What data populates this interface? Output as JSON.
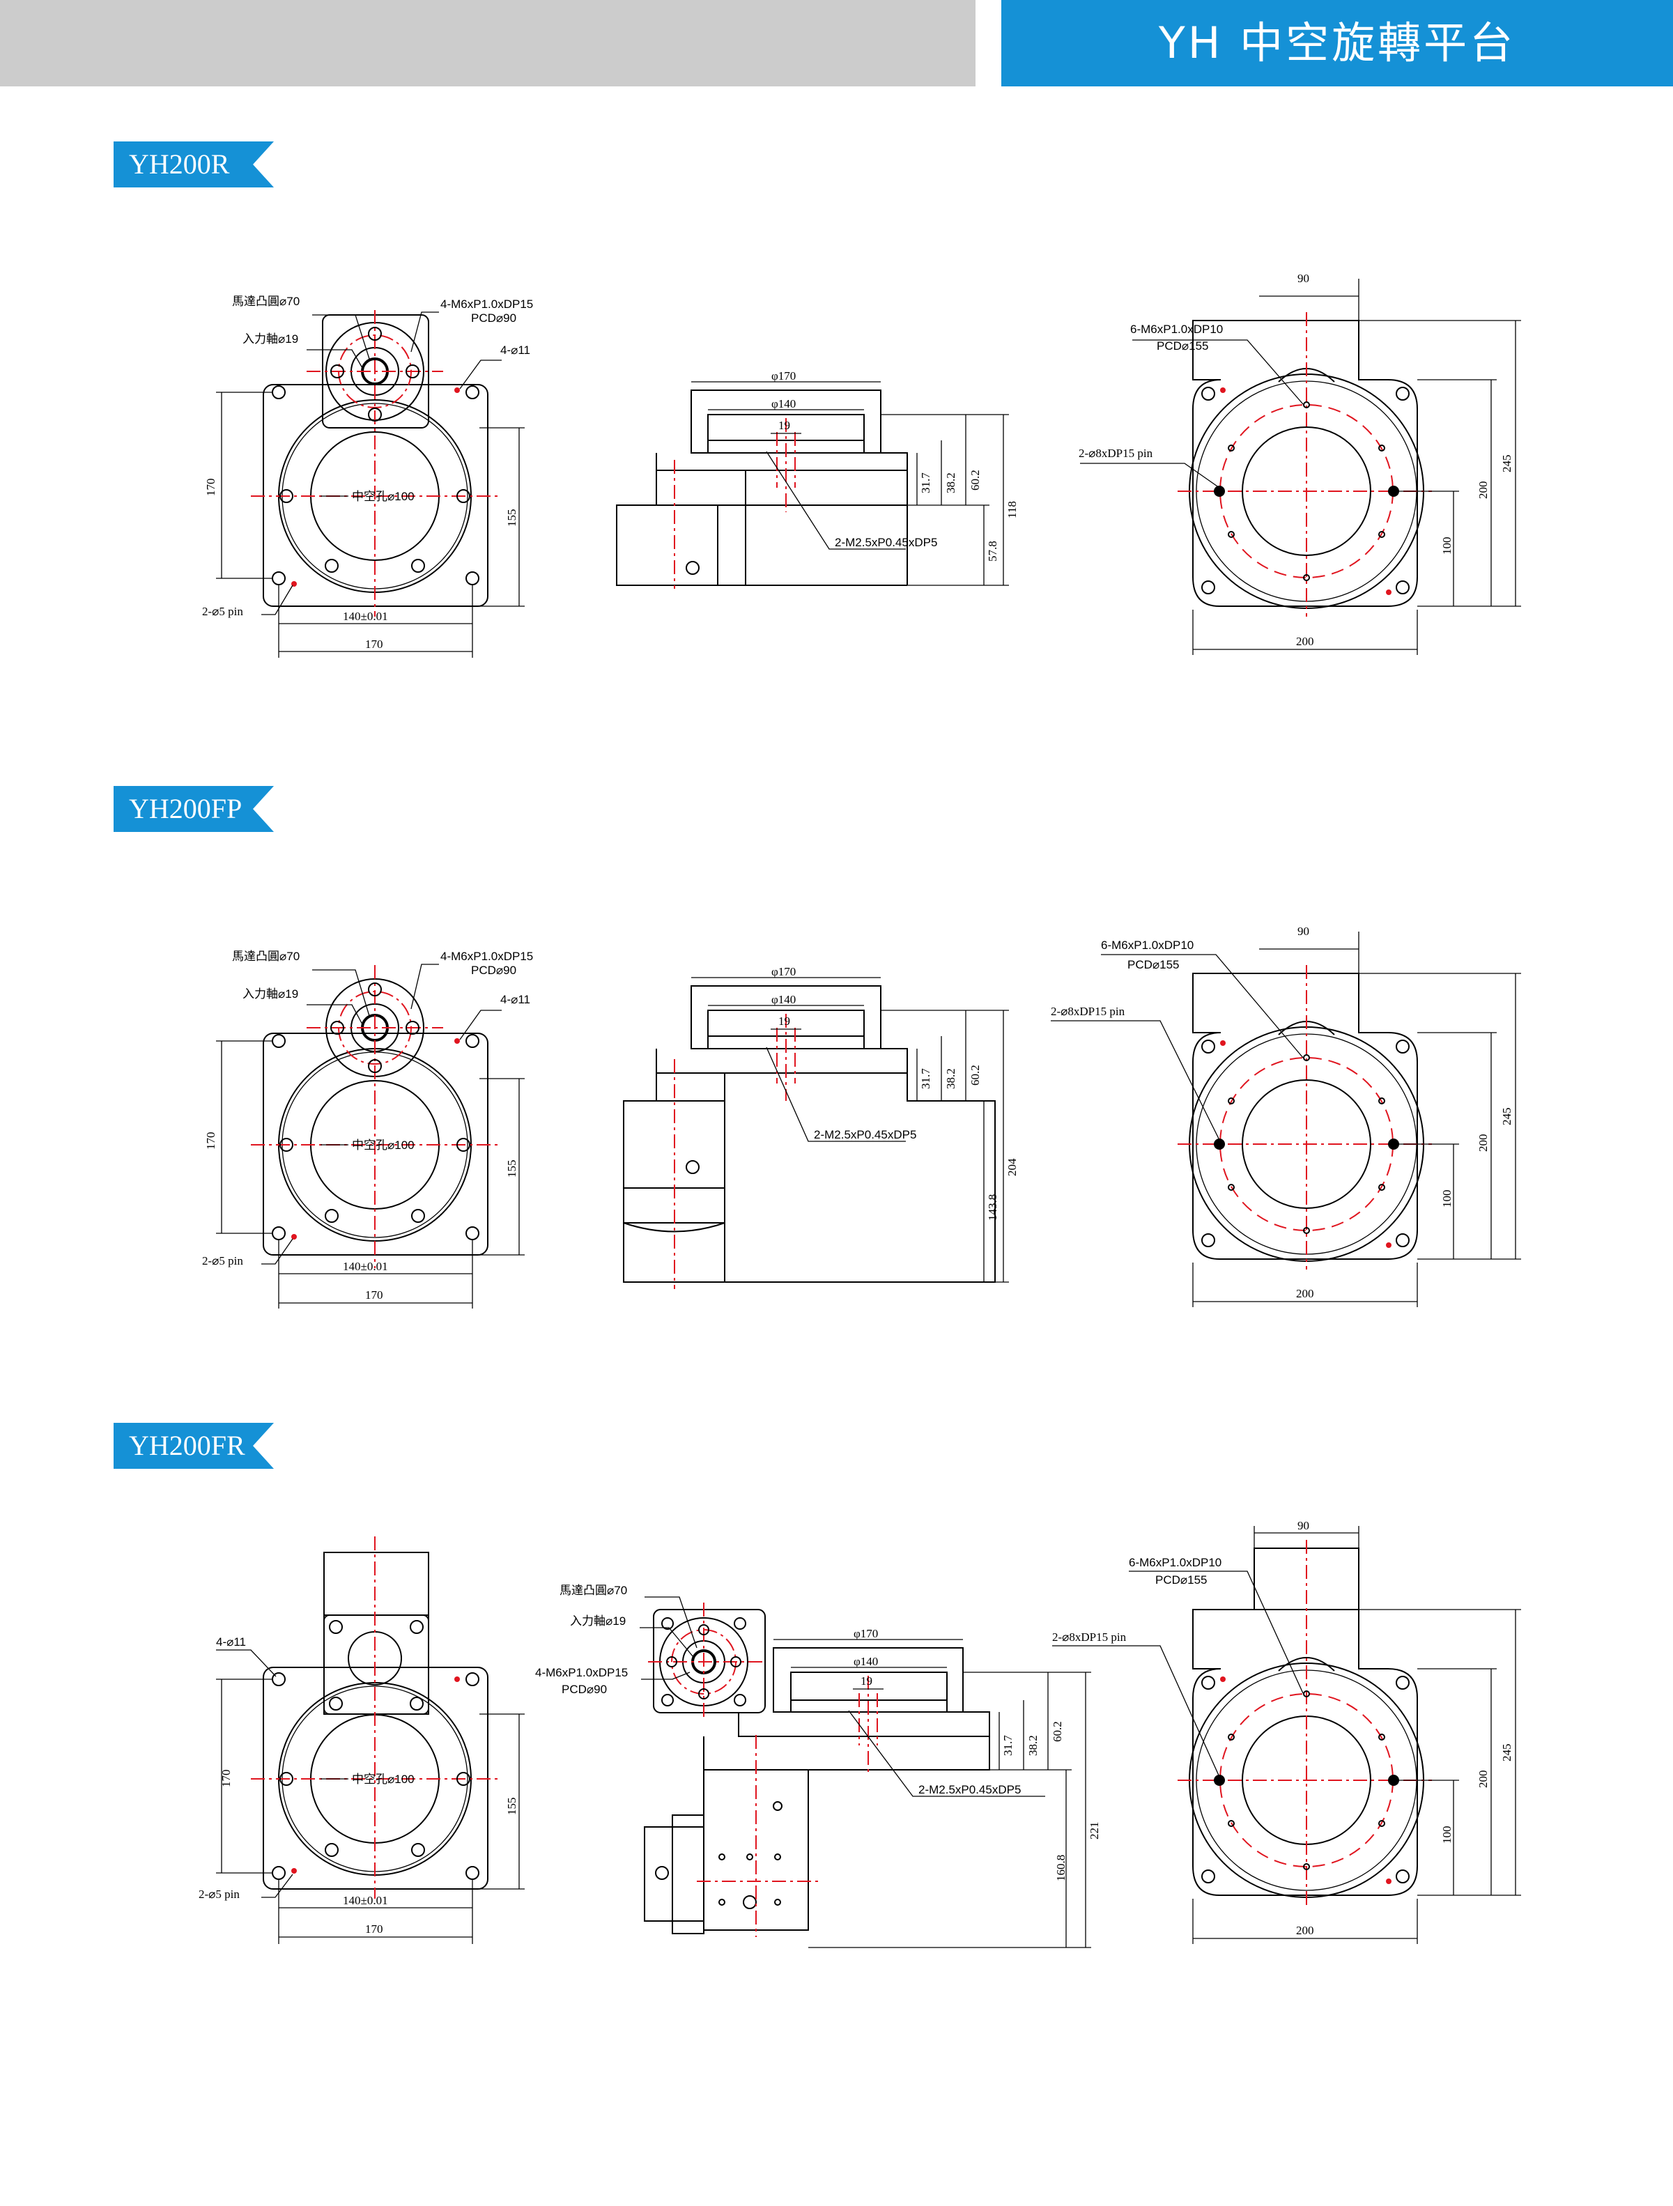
{
  "header": {
    "title": "YH 中空旋轉平台"
  },
  "sections": [
    {
      "id": "YH200R",
      "tag": "YH200R",
      "front": {
        "motor_boss": "馬達凸圓⌀70",
        "input_shaft": "入力軸⌀19",
        "tap": "4-M6xP1.0xDP15",
        "pcd": "PCD⌀90",
        "holes": "4-⌀11",
        "hollow": "中空孔⌀100",
        "pin": "2-⌀5 pin",
        "dim_pitch": "140±0.01",
        "dim_width": "170",
        "dim_left": "170",
        "dim_right": "155"
      },
      "side": {
        "d170": "φ170",
        "d140": "φ140",
        "d19": "19",
        "tap": "2-M2.5xP0.45xDP5",
        "h1": "31.7",
        "h2": "38.2",
        "h3": "60.2",
        "h4": "57.8",
        "h5": "118"
      },
      "top": {
        "top_width": "90",
        "tap": "6-M6xP1.0xDP10",
        "pcd": "PCD⌀155",
        "pin": "2-⌀8xDP15 pin",
        "dim_width": "200",
        "dim_h1": "100",
        "dim_h2": "200",
        "dim_h3": "245"
      }
    },
    {
      "id": "YH200FP",
      "tag": "YH200FP",
      "front": {
        "motor_boss": "馬達凸圓⌀70",
        "input_shaft": "入力軸⌀19",
        "tap": "4-M6xP1.0xDP15",
        "pcd": "PCD⌀90",
        "holes": "4-⌀11",
        "hollow": "中空孔⌀100",
        "pin": "2-⌀5 pin",
        "dim_pitch": "140±0.01",
        "dim_width": "170",
        "dim_left": "170",
        "dim_right": "155"
      },
      "side": {
        "d170": "φ170",
        "d140": "φ140",
        "d19": "19",
        "tap": "2-M2.5xP0.45xDP5",
        "h1": "31.7",
        "h2": "38.2",
        "h3": "60.2",
        "h4": "143.8",
        "h5": "204"
      },
      "top": {
        "top_width": "90",
        "tap": "6-M6xP1.0xDP10",
        "pcd": "PCD⌀155",
        "pin": "2-⌀8xDP15 pin",
        "dim_width": "200",
        "dim_h1": "100",
        "dim_h2": "200",
        "dim_h3": "245"
      }
    },
    {
      "id": "YH200FR",
      "tag": "YH200FR",
      "front": {
        "holes": "4-⌀11",
        "hollow": "中空孔⌀100",
        "pin": "2-⌀5 pin",
        "dim_pitch": "140±0.01",
        "dim_width": "170",
        "dim_left": "170",
        "dim_right": "155"
      },
      "motor": {
        "motor_boss": "馬達凸圓⌀70",
        "input_shaft": "入力軸⌀19",
        "tap": "4-M6xP1.0xDP15",
        "pcd": "PCD⌀90"
      },
      "side": {
        "d170": "φ170",
        "d140": "φ140",
        "d19": "19",
        "tap": "2-M2.5xP0.45xDP5",
        "h1": "31.7",
        "h2": "38.2",
        "h3": "60.2",
        "h4": "160.8",
        "h5": "221"
      },
      "top": {
        "top_width": "90",
        "tap": "6-M6xP1.0xDP10",
        "pcd": "PCD⌀155",
        "pin": "2-⌀8xDP15 pin",
        "dim_width": "200",
        "dim_h1": "100",
        "dim_h2": "200",
        "dim_h3": "245"
      }
    }
  ],
  "colors": {
    "header_blue": "#1591d6",
    "header_gray": "#cccccc",
    "centerline_red": "#e0151f"
  }
}
